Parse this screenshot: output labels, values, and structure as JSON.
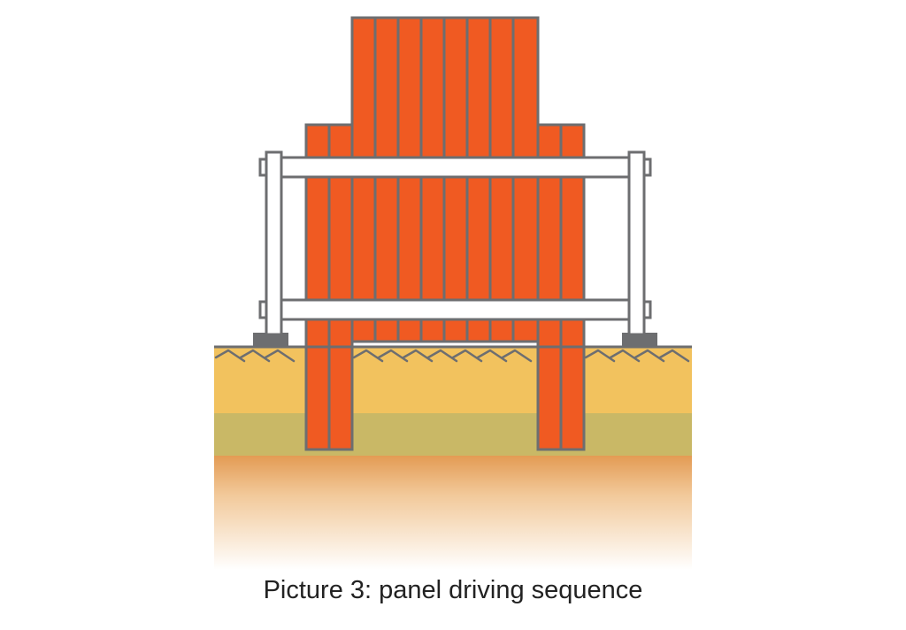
{
  "caption": "Picture 3: panel driving sequence",
  "colors": {
    "panel_fill": "#f05a22",
    "outline": "#6d6e70",
    "frame_fill": "#ffffff",
    "base_plate": "#6d6e70",
    "soil_top": "#f2c25e",
    "soil_layer": "#c9b866",
    "soil_deep": "#e3a055"
  },
  "panel_groups": [
    {
      "name": "outer-left",
      "count": 2,
      "driven": "deepest"
    },
    {
      "name": "middle",
      "count": 8,
      "driven": "shallow"
    },
    {
      "name": "outer-right",
      "count": 2,
      "driven": "deepest"
    }
  ],
  "frame": {
    "walers": 2,
    "posts": 2,
    "base_plates": 2
  },
  "icons": [
    "soil-hatch-icon"
  ]
}
